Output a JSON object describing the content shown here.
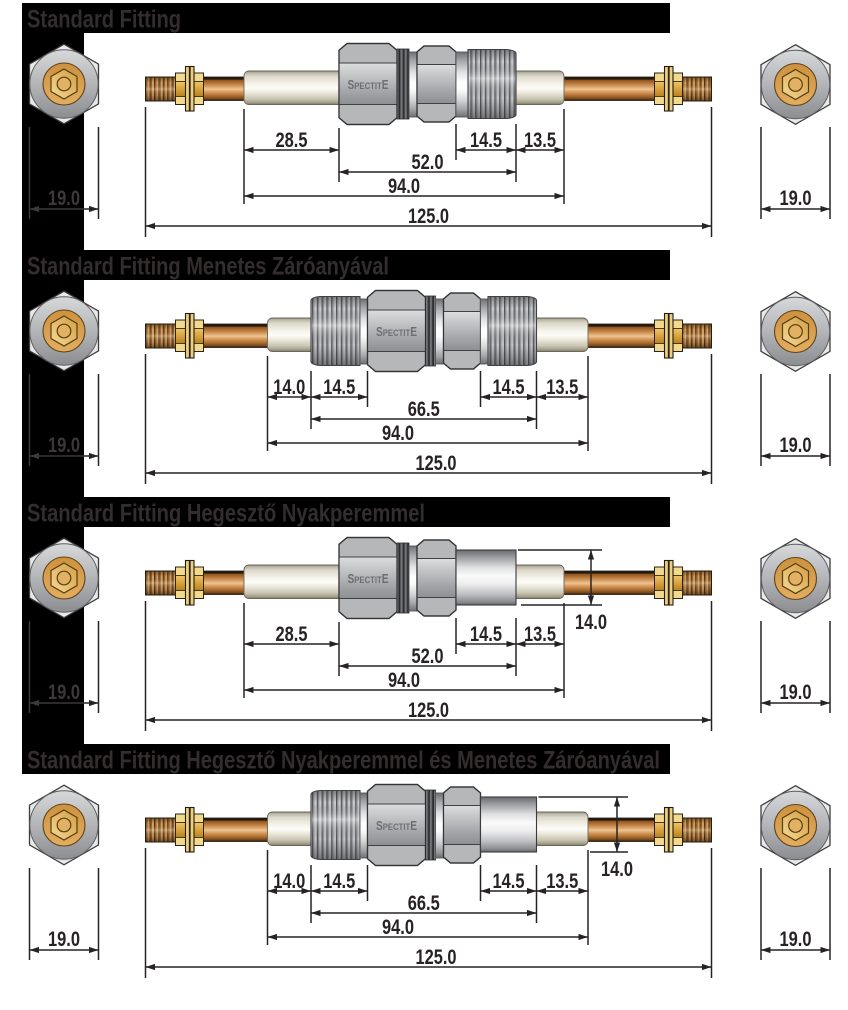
{
  "page": {
    "background": "#ffffff"
  },
  "ink": {
    "line": "#272324",
    "text": "#231f20",
    "text_on_black": "#3d3839",
    "header_text": "#332d2e",
    "bar_fill": "#000000"
  },
  "brand_label": {
    "lead": "S",
    "mid": "PECTIT",
    "tail": "E"
  },
  "sections": [
    {
      "id": "standard-fitting",
      "title": "Standard Fitting",
      "variant": "basic",
      "left_hex_on_black": true,
      "hex_width_label": "19.0",
      "dim_labels": {
        "ceramic_left": "28.5",
        "right_segment": "14.5",
        "ceramic_right": "13.5",
        "body_span": "52.0",
        "insulator_span": "94.0",
        "overall": "125.0"
      }
    },
    {
      "id": "standard-fitting-menetes-zaroanyaval",
      "title": "Standard Fitting Menetes Záróanyával",
      "variant": "closure",
      "left_hex_on_black": true,
      "hex_width_label": "19.0",
      "dim_labels": {
        "ceramic_left": "14.0",
        "left_segment": "14.5",
        "right_segment": "14.5",
        "ceramic_right": "13.5",
        "body_span": "66.5",
        "insulator_span": "94.0",
        "overall": "125.0"
      }
    },
    {
      "id": "standard-fitting-hegeszto-nyakperemmel",
      "title": "Standard Fitting Hegesztő Nyakperemmel",
      "variant": "flange",
      "left_hex_on_black": true,
      "hex_width_label": "19.0",
      "dim_labels": {
        "ceramic_left": "28.5",
        "right_segment": "14.5",
        "ceramic_right": "13.5",
        "body_span": "52.0",
        "insulator_span": "94.0",
        "overall": "125.0",
        "flange_diameter": "14.0"
      }
    },
    {
      "id": "standard-fitting-hegeszto-nyakperemmel-es-menetes-zaroanyaval",
      "title": "Standard Fitting Hegesztő Nyakperemmel és Menetes Záróanyával",
      "variant": "closure_flange",
      "left_hex_on_black": false,
      "hex_width_label": "19.0",
      "dim_labels": {
        "ceramic_left": "14.0",
        "left_segment": "14.5",
        "right_segment": "14.5",
        "ceramic_right": "13.5",
        "body_span": "66.5",
        "insulator_span": "94.0",
        "overall": "125.0",
        "flange_diameter": "14.0"
      }
    }
  ]
}
